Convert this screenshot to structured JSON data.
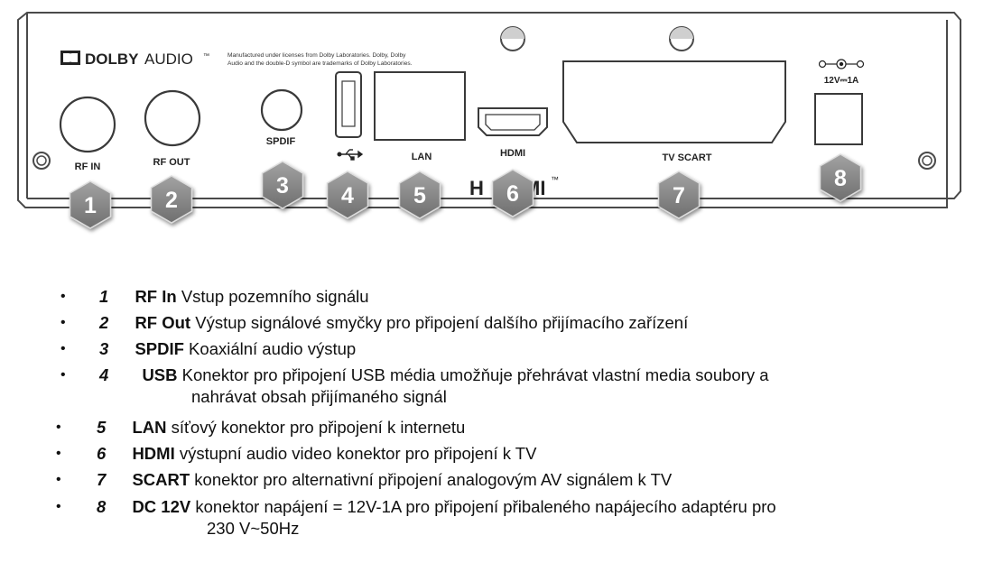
{
  "brand": {
    "name": "DOLBY",
    "name2": "AUDIO",
    "tm": "™"
  },
  "notice": {
    "line1": "Manufactured under licenses from Dolby Laboratories. Dolby, Dolby",
    "line2": "Audio and the double-D symbol are trademarks of Dolby Laboratories."
  },
  "panel_labels": {
    "rf_in": "RF IN",
    "rf_out": "RF OUT",
    "spdif": "SPDIF",
    "usb_symbol": "usb-icon",
    "lan": "LAN",
    "hdmi": "HDMI",
    "hdmi_logo_left": "H",
    "hdmi_logo_right": "MI",
    "hdmi_logo_tm": "™",
    "tv_scart": "TV SCART",
    "power": "12V⎓1A"
  },
  "badges": [
    "1",
    "2",
    "3",
    "4",
    "5",
    "6",
    "7",
    "8"
  ],
  "items": [
    {
      "num": "1",
      "term": "RF In",
      "desc": " Vstup pozemního signálu"
    },
    {
      "num": "2",
      "term": "RF Out",
      "desc": " Výstup signálové smyčky pro připojení dalšího přijímacího zařízení"
    },
    {
      "num": "3",
      "term": "SPDIF",
      "desc": " Koaxiální audio výstup"
    },
    {
      "num": "4",
      "term": "USB",
      "desc": " Konektor pro připojení USB média umožňuje přehrávat vlastní media soubory a",
      "desc2": "nahrávat obsah přijímaného signál"
    },
    {
      "num": "5",
      "term": "LAN",
      "desc": " síťový konektor pro připojení k internetu"
    },
    {
      "num": "6",
      "term": "HDMI",
      "desc": " výstupní audio video konektor pro připojení k TV"
    },
    {
      "num": "7",
      "term": "SCART",
      "desc": " konektor pro alternativní připojení analogovým AV signálem k TV"
    },
    {
      "num": "8",
      "term": "DC 12V",
      "desc": " konektor napájení = 12V-1A pro připojení přibaleného napájecího adaptéru pro",
      "desc2": "230 V~50Hz"
    }
  ],
  "colors": {
    "badge_fill": "#8a8a8a",
    "badge_shadow": "#5a5a5a",
    "panel_stroke": "#4a4a4a"
  },
  "bullet_glyph": "•"
}
